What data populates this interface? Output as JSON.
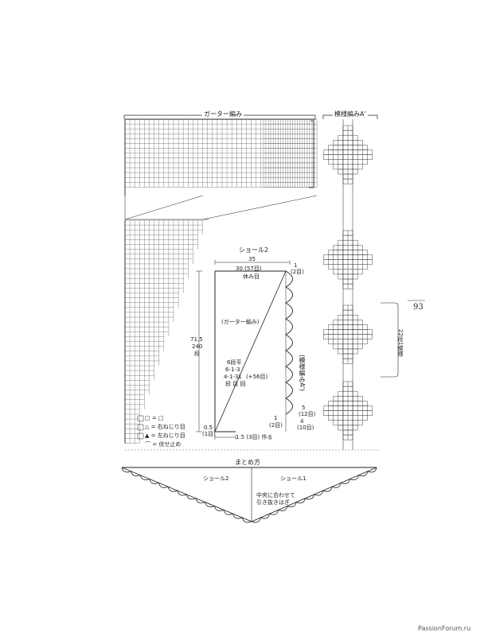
{
  "header": {
    "garter_title": "ガーター編み",
    "pattern_title": "模様編みA'"
  },
  "schematic": {
    "title": "ショール2",
    "width_total": "35",
    "top_width": "30 (57目)",
    "top_note": "休み目",
    "garter_label": "(ガーター編み)",
    "height_cm": "71.5",
    "height_rows": "240",
    "height_unit": "段",
    "decrease_lines": [
      "6段平",
      "6-1-3",
      "4-1-31",
      "段 目 回"
    ],
    "decrease_total": "(+56目)",
    "pattern_label": "(模様編みA')",
    "right_top_num": "1",
    "right_top_stitch": "(2目)",
    "right_mid_num": "1",
    "right_mid_stitch": "(2目)",
    "right_5": "5",
    "right_5_stitch": "(12目)",
    "right_4": "4",
    "right_4_stitch": "(10目)",
    "bottom_left_cm": "0.5",
    "bottom_left_stitch": "(1目)",
    "bottom_width": "1.5 (3目) 作る"
  },
  "pattern_side": {
    "repeat_note": "22段1模様"
  },
  "legend": {
    "items": [
      "□ = □",
      "△ = 右ねじり目",
      "▲ = 左ねじり目",
      "⌒ = 伏せ止め"
    ]
  },
  "assembly": {
    "title": "まとめ方",
    "left_piece": "ショール2",
    "right_piece": "ショール1",
    "note_lines": [
      "中央に合わせて",
      "引き抜きはぎ"
    ]
  },
  "page": {
    "number": "93",
    "watermark": "PassionForum.ru"
  }
}
